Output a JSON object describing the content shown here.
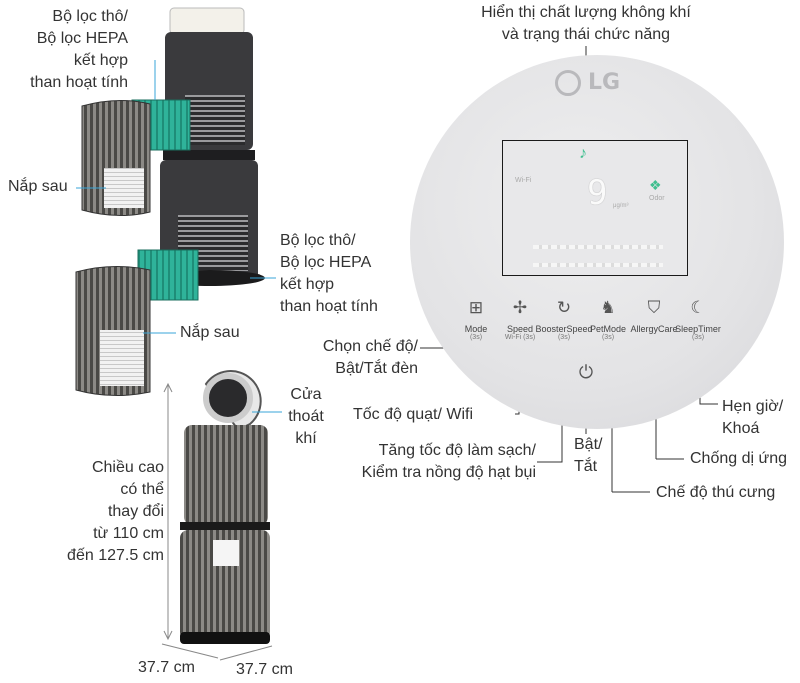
{
  "callouts": {
    "filter_top": [
      "Bộ lọc thô/",
      "Bộ lọc HEPA",
      "kết hợp",
      "than hoạt tính"
    ],
    "cover_top": "Nắp sau",
    "filter_bottom": [
      "Bộ lọc thô/",
      "Bộ lọc HEPA",
      "kết hợp",
      "than hoạt tính"
    ],
    "cover_bottom": "Nắp sau",
    "outlet": [
      "Cửa",
      "thoát",
      "khí"
    ],
    "height": [
      "Chiều cao",
      "có thể",
      "thay đổi",
      "từ 110 cm",
      "đến 127.5 cm"
    ],
    "width_left": "37.7 cm",
    "width_right": "37.7 cm",
    "display": [
      "Hiển thị chất lượng không khí",
      "và trạng thái chức năng"
    ],
    "mode": [
      "Chọn chế độ/",
      "Bật/Tắt đèn"
    ],
    "speed": "Tốc độ quạt/ Wifi",
    "booster": [
      "Tăng tốc độ làm sạch/",
      "Kiểm tra nồng độ hạt bụi"
    ],
    "power": [
      "Bật/",
      "Tắt"
    ],
    "timer": [
      "Hẹn giờ/",
      "Khoá"
    ],
    "allergy": "Chống dị ứng",
    "pet": "Chế độ thú cưng"
  },
  "panel": {
    "logo": "LG",
    "screen_digit": "9",
    "screen_unit": "μg/m³",
    "screen_odor": "Odor",
    "screen_mode": "Wi-Fi",
    "buttons": [
      {
        "name": "Mode",
        "sub": "(3s)",
        "icon": "grid-icon",
        "glyph": "⊞"
      },
      {
        "name": "Speed",
        "sub": "Wi-Fi (3s)",
        "icon": "fan-icon",
        "glyph": "✢"
      },
      {
        "name": "BoosterSpeed",
        "sub": "(3s)",
        "icon": "booster-icon",
        "glyph": "↻"
      },
      {
        "name": "PetMode",
        "sub": "(3s)",
        "icon": "pet-icon",
        "glyph": "♞"
      },
      {
        "name": "AllergyCare",
        "sub": "",
        "icon": "shield-icon",
        "glyph": "⛉"
      },
      {
        "name": "SleepTimer",
        "sub": "(3s)",
        "icon": "sleep-timer-icon",
        "glyph": "☾"
      }
    ]
  },
  "colors": {
    "filter_green": "#2fb39a",
    "panel_grey": "#e3e3e5",
    "line_blue": "#3aa6d8",
    "line_dark": "#333333"
  }
}
